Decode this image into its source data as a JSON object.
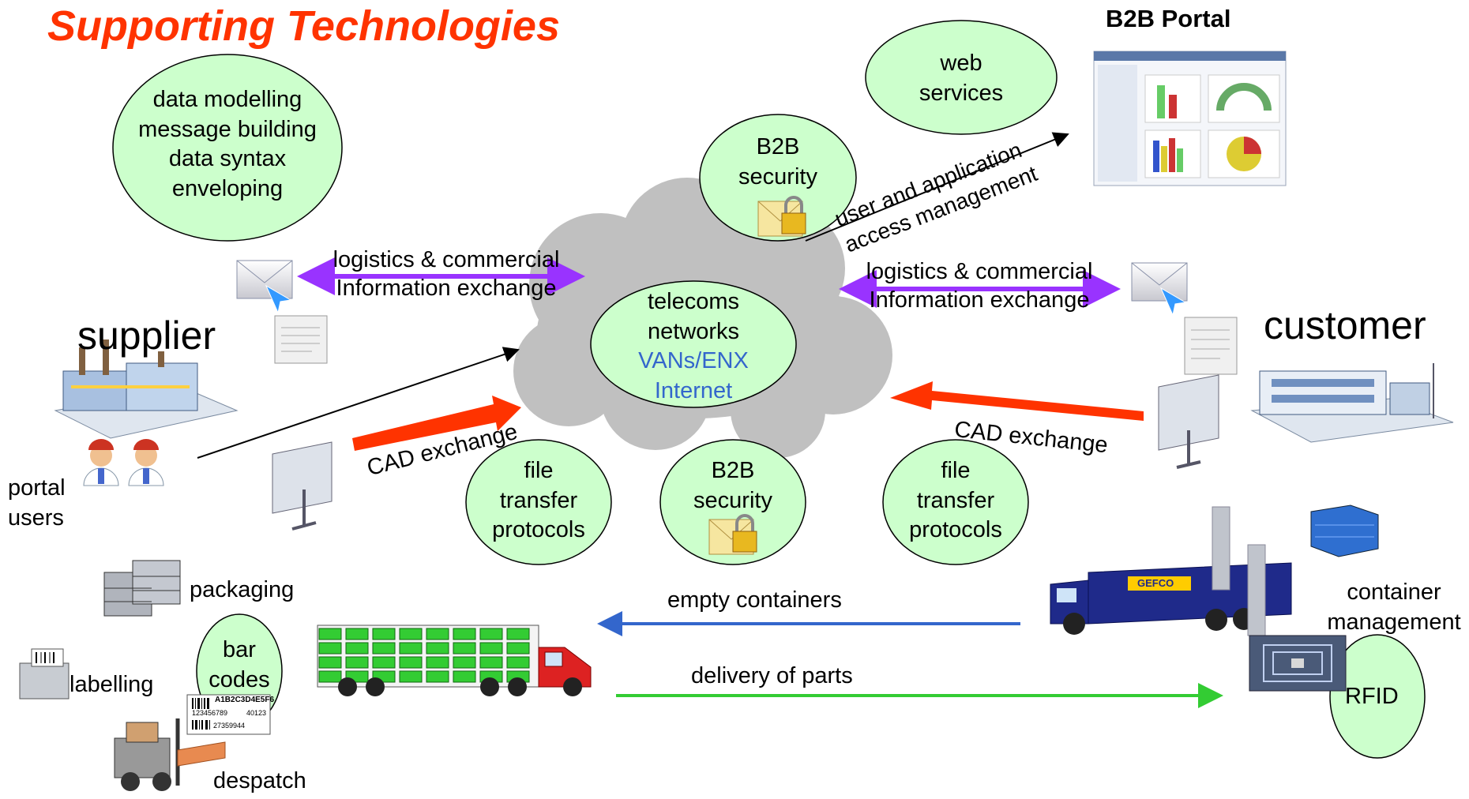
{
  "title": "Supporting Technologies",
  "portal": {
    "header": "B2B Portal"
  },
  "bubbles": {
    "data_modelling": [
      "data modelling",
      "message building",
      "data syntax",
      "enveloping"
    ],
    "web_services": [
      "web",
      "services"
    ],
    "b2b_security_top": [
      "B2B",
      "security"
    ],
    "telecoms": [
      "telecoms",
      "networks",
      "VANs/ENX",
      "Internet"
    ],
    "file_transfer_left": [
      "file",
      "transfer",
      "protocols"
    ],
    "b2b_security_mid": [
      "B2B",
      "security"
    ],
    "file_transfer_right": [
      "file",
      "transfer",
      "protocols"
    ],
    "bar_codes": [
      "bar",
      "codes"
    ],
    "rfid": "RFID"
  },
  "labels": {
    "supplier": "supplier",
    "customer": "customer",
    "portal_users": [
      "portal",
      "users"
    ],
    "logistics_left": [
      "logistics & commercial",
      "Information exchange"
    ],
    "logistics_right": [
      "logistics & commercial",
      "Information exchange"
    ],
    "cad_left": "CAD exchange",
    "cad_right": "CAD exchange",
    "user_access": [
      "user and application",
      "access management"
    ],
    "packaging": "packaging",
    "labelling": "labelling",
    "despatch": "despatch",
    "empty_containers": "empty containers",
    "delivery_of_parts": "delivery of parts",
    "container_management": [
      "container",
      "management"
    ],
    "barcode_text": [
      "A1B2C3D4E5F6",
      "123456789",
      "40123",
      "27359944"
    ],
    "truck_brand": "GEFCO"
  },
  "colors": {
    "title": "#ff3300",
    "bubble_fill": "#ccffcc",
    "cloud_fill": "#c0c0c0",
    "purple_arrow": "#9933ff",
    "red_arrow": "#ff3300",
    "blue_arrow": "#3366cc",
    "green_arrow": "#33cc33",
    "network_text": "#3366cc"
  }
}
